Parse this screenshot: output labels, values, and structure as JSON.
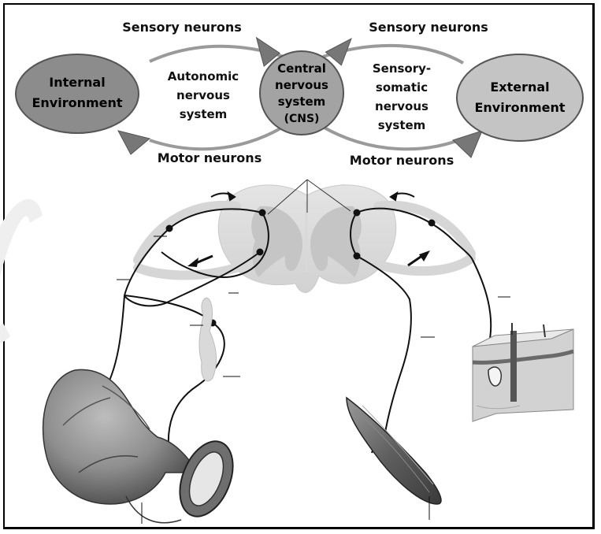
{
  "labels": {
    "sensory_left": "Sensory neurons",
    "sensory_right": "Sensory neurons",
    "motor_left": "Motor neurons",
    "motor_right": "Motor neurons",
    "autonomic_1": "Autonomic",
    "autonomic_2": "nervous",
    "autonomic_3": "system",
    "somatic_1": "Sensory-",
    "somatic_2": "somatic",
    "somatic_3": "nervous",
    "somatic_4": "system"
  },
  "nodes": {
    "internal_1": "Internal",
    "internal_2": "Environment",
    "cns_1": "Central",
    "cns_2": "nervous",
    "cns_3": "system",
    "cns_4": "(CNS)",
    "external_1": "External",
    "external_2": "Environment"
  },
  "colors": {
    "internal_fill": "#8c8c8c",
    "cns_fill": "#a3a3a3",
    "external_fill": "#c4c4c4",
    "arrow_fill": "#777777",
    "loop_stroke": "#9a9a9a"
  },
  "icons": {
    "watermark": "watermark-shape"
  }
}
